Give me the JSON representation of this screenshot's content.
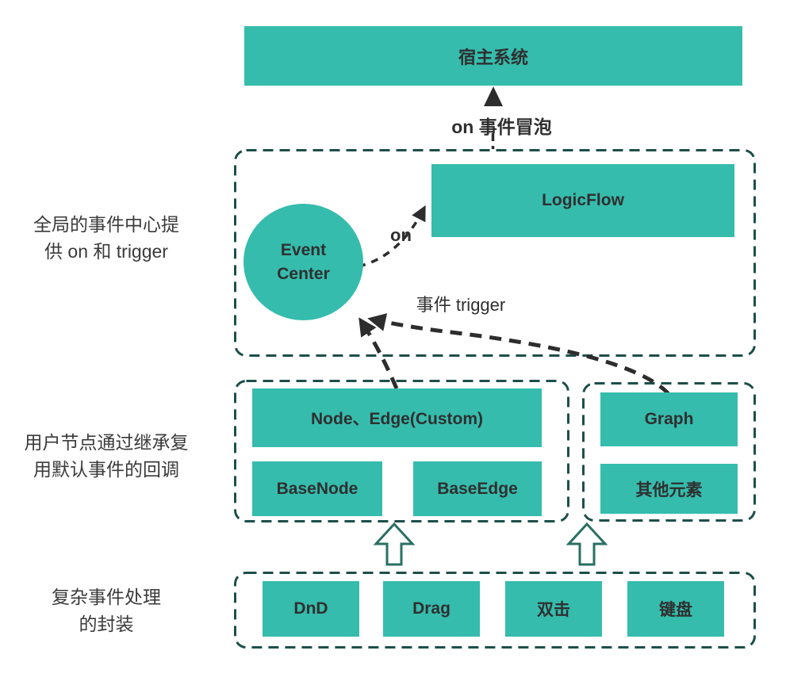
{
  "colors": {
    "teal": "#35bcad",
    "border": "#1d4f49",
    "arrow": "#2d2d2d",
    "hollow": "#2a6f63",
    "boxtext": "#2f2f2f",
    "sidetext": "#3a3a3a"
  },
  "host": {
    "label": "宿主系统"
  },
  "bubble_label": "on 事件冒泡",
  "event_section": {
    "side_label": {
      "line1": "全局的事件中心提",
      "line2": "供 on 和 trigger"
    },
    "event_center": {
      "line1": "Event",
      "line2": "Center"
    },
    "logicflow": "LogicFlow",
    "on_label": "on",
    "trigger_label": "事件 trigger"
  },
  "node_section": {
    "side_label": {
      "line1": "用户节点通过继承复",
      "line2": "用默认事件的回调"
    },
    "custom_box": "Node、Edge(Custom)",
    "base_node": "BaseNode",
    "base_edge": "BaseEdge",
    "graph": "Graph",
    "other_elements": "其他元素"
  },
  "bottom_section": {
    "side_label": {
      "line1": "复杂事件处理",
      "line2": "的封装"
    },
    "boxes": [
      "DnD",
      "Drag",
      "双击",
      "键盘"
    ]
  }
}
